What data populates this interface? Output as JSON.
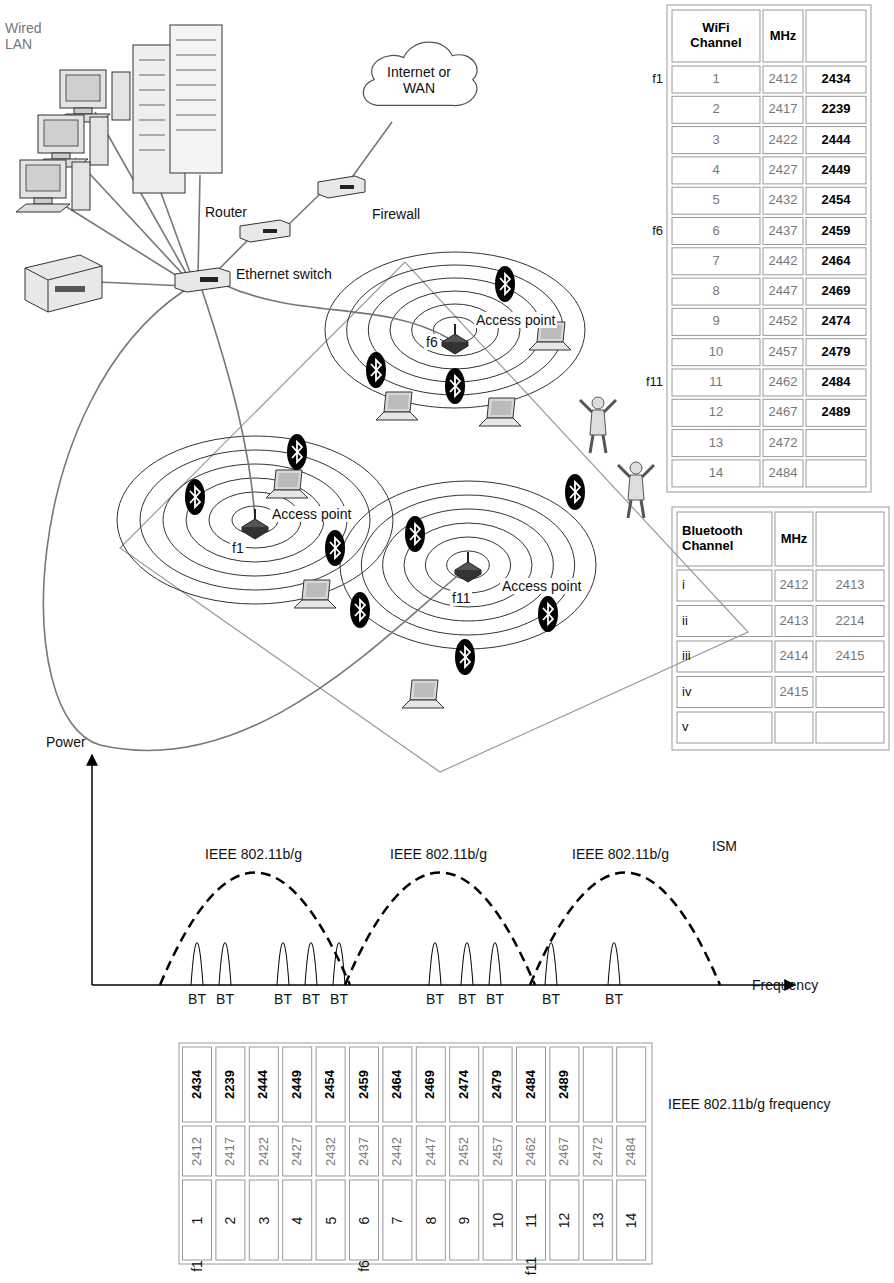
{
  "diagram": {
    "nodes": [
      {
        "text": [
          "Internet or WAN"
        ]
      }
    ],
    "labels": [
      "Wired LAN",
      "Router",
      "Firewall",
      "Ethernet switch",
      "Access point",
      "f6",
      "Access point",
      "f1",
      "Access point",
      "f11",
      "WiFi Channel",
      "MHz",
      "f1",
      "1",
      "2412",
      "2434",
      "2",
      "2417",
      "2239",
      "3",
      "2422",
      "2444",
      "4",
      "2427",
      "2449",
      "5",
      "2432",
      "2454",
      "f6",
      "6",
      "2437",
      "2459",
      "7",
      "2442",
      "2464",
      "8",
      "2447",
      "2469",
      "9",
      "2452",
      "2474",
      "10",
      "2457",
      "2479",
      "f11",
      "11",
      "2462",
      "2484",
      "12",
      "2467",
      "2489",
      "13",
      "2472",
      "14",
      "2484",
      "Bluetooth Channel",
      "MHz",
      "i",
      "2412",
      "2413",
      "ii",
      "2413",
      "2214",
      "iii",
      "2414",
      "2415",
      "iv",
      "2415",
      "v",
      "Power",
      "IEEE 802.11b/g",
      "IEEE 802.11b/g",
      "IEEE 802.11b/g",
      "ISM",
      "Frequency",
      "BT",
      "BT",
      "BT",
      "BT",
      "BT",
      "BT",
      "BT",
      "BT",
      "BT",
      "BT",
      "2434",
      "2412",
      "1",
      "2239",
      "2417",
      "2",
      "2444",
      "2422",
      "3",
      "2449",
      "2427",
      "4",
      "2454",
      "2432",
      "5",
      "2459",
      "2437",
      "6",
      "2464",
      "2442",
      "7",
      "2469",
      "2447",
      "8",
      "2474",
      "2452",
      "9",
      "2479",
      "2457",
      "10",
      "2484",
      "2462",
      "11",
      "2489",
      "2467",
      "12",
      "2472",
      "13",
      "2484",
      "14",
      "IEEE 802.11b/g frequency",
      "f1",
      "f6",
      "f11"
    ]
  }
}
